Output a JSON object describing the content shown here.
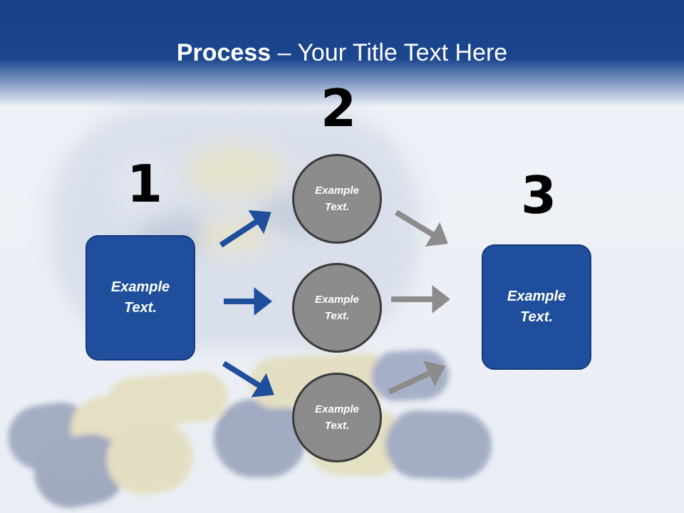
{
  "title": {
    "bold": "Process",
    "rest": " – Your Title Text Here"
  },
  "steps": [
    {
      "number": "1",
      "text": "Example\nText."
    },
    {
      "number": "2",
      "items": [
        "Example\nText.",
        "Example\nText.",
        "Example\nText."
      ]
    },
    {
      "number": "3",
      "text": "Example\nText."
    }
  ],
  "colors": {
    "header": "#1b468e",
    "box": "#1f4e9c",
    "circle": "#8c8c8c",
    "arrow_blue": "#1f4e9c",
    "arrow_gray": "#8c8c8c"
  },
  "icons": {
    "arrow": "arrow-icon"
  }
}
